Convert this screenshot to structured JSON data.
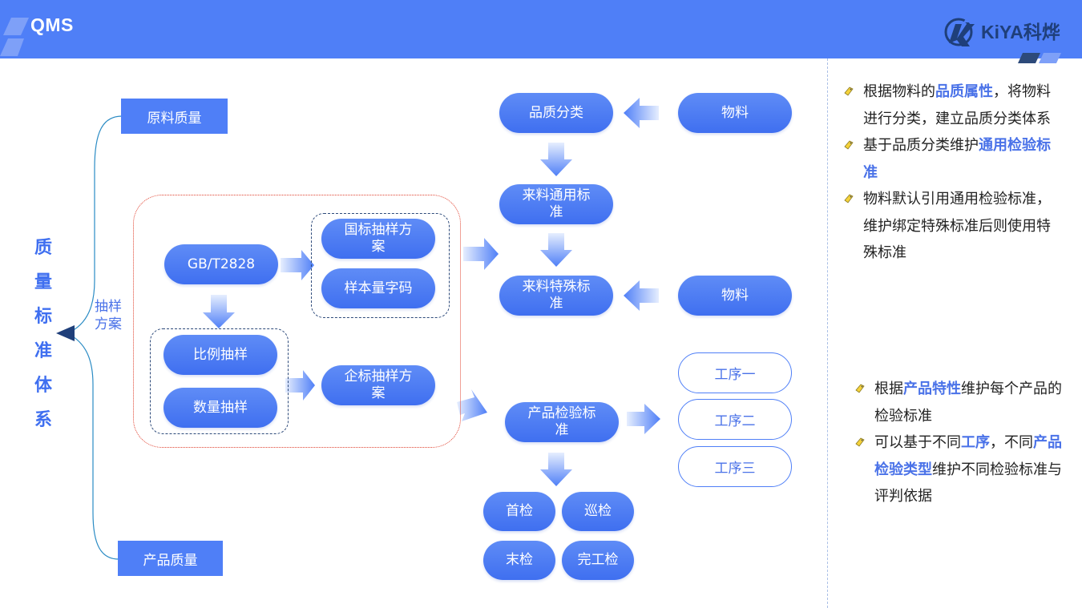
{
  "header": {
    "title": "QMS",
    "logo_text": "KiYA科烨"
  },
  "left_tree": {
    "title": "质量标准体系",
    "title_chars": [
      "质",
      "量",
      "标",
      "准",
      "体",
      "系"
    ],
    "top_branch": "原料质量",
    "middle_branch": "抽样方案",
    "bottom_branch": "产品质量"
  },
  "sampling": {
    "gb": "GB/T2828",
    "national_plan": "国标抽样方案",
    "sample_code": "样本量字码",
    "ratio": "比例抽样",
    "quantity": "数量抽样",
    "enterprise_plan": "企标抽样方案"
  },
  "material_flow": {
    "quality_category": "品质分类",
    "material_1": "物料",
    "general_standard": "来料通用标准",
    "special_standard": "来料特殊标准",
    "material_2": "物料"
  },
  "product_flow": {
    "product_standard": "产品检验标准",
    "process_1": "工序一",
    "process_2": "工序二",
    "process_3": "工序三",
    "first_inspection": "首检",
    "patrol_inspection": "巡检",
    "final_inspection": "末检",
    "completion_inspection": "完工检"
  },
  "notes_material": [
    {
      "parts": [
        {
          "t": "根据物料的",
          "h": false
        },
        {
          "t": "品质属性",
          "h": true
        },
        {
          "t": "，将物料进行分类，建立品质分类体系",
          "h": false
        }
      ]
    },
    {
      "parts": [
        {
          "t": "基于品质分类维护",
          "h": false
        },
        {
          "t": "通用检验标准",
          "h": true
        }
      ]
    },
    {
      "parts": [
        {
          "t": "物料默认引用通用检验标准，维护绑定特殊标准后则使用特殊标准",
          "h": false
        }
      ]
    }
  ],
  "notes_product": [
    {
      "parts": [
        {
          "t": "根据",
          "h": false
        },
        {
          "t": "产品特性",
          "h": true
        },
        {
          "t": "维护每个产品的检验标准",
          "h": false
        }
      ]
    },
    {
      "parts": [
        {
          "t": "可以基于不同",
          "h": false
        },
        {
          "t": "工序",
          "h": true
        },
        {
          "t": "，不同",
          "h": false
        },
        {
          "t": "产品检验类型",
          "h": true
        },
        {
          "t": "维护不同检验标准与评判依据",
          "h": false
        }
      ]
    }
  ],
  "colors": {
    "primary": "#4f7ff7",
    "accent_text": "#4a72e8",
    "dark": "#2d4a7a",
    "red_border": "#e0412f"
  }
}
